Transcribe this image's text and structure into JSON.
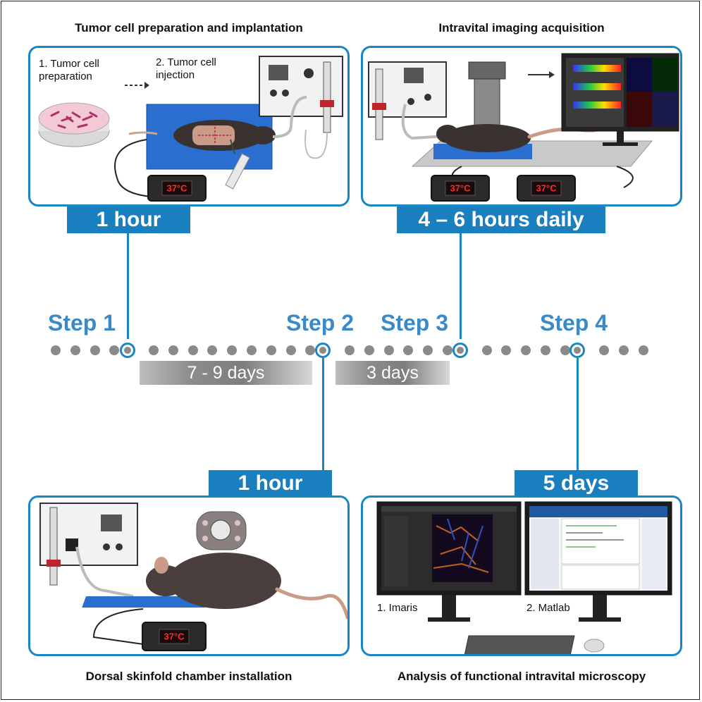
{
  "panels": {
    "top_left": {
      "title": "Tumor cell preparation and implantation",
      "label_prep": "1. Tumor cell preparation",
      "label_inject": "2. Tumor cell injection",
      "temp": "37°C",
      "duration": "1 hour"
    },
    "top_right": {
      "title": "Intravital imaging acquisition",
      "temp_left": "37°C",
      "temp_right": "37°C",
      "duration": "4 – 6 hours daily"
    },
    "bottom_left": {
      "title": "Dorsal skinfold chamber installation",
      "temp": "37°C",
      "duration": "1 hour"
    },
    "bottom_right": {
      "title": "Analysis of functional intravital microscopy",
      "label_left": "1. Imaris",
      "label_right": "2. Matlab",
      "duration": "5 days"
    }
  },
  "timeline": {
    "steps": [
      "Step 1",
      "Step 2",
      "Step 3",
      "Step 4"
    ],
    "intervals": [
      "7 - 9 days",
      "3 days"
    ]
  },
  "colors": {
    "accent": "#1a86c5",
    "step_text": "#3a8ac8",
    "timeline_dot": "#8a8a8a",
    "heat_pad": "#2a6fd0",
    "lcd_text": "#ff2a2a"
  }
}
